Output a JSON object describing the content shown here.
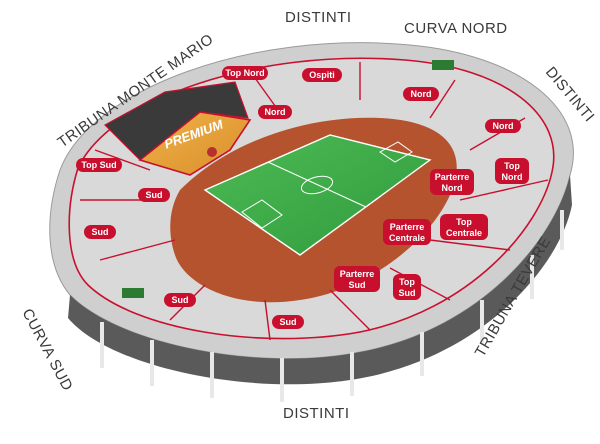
{
  "outer_labels": {
    "distinti_top": "DISTINTI",
    "curva_nord": "CURVA NORD",
    "distinti_right": "DISTINTI",
    "tribuna_monte_mario": "TRIBUNA MONTE MARIO",
    "curva_sud": "CURVA SUD",
    "tribuna_tevere": "TRIBUNA TEVERE",
    "distinti_bottom": "DISTINTI"
  },
  "premium": {
    "label": "PREMIUM"
  },
  "sections": {
    "top_nord": "Top Nord",
    "ospiti": "Ospiti",
    "nord_top": "Nord",
    "nord_left": "Nord",
    "nord_right": "Nord",
    "top_sud": "Top Sud",
    "sud_left_upper": "Sud",
    "sud_left": "Sud",
    "sud_bottom_left": "Sud",
    "sud_bottom": "Sud",
    "parterre_nord_1": "Parterre",
    "parterre_nord_2": "Nord",
    "top_nord_right_1": "Top",
    "top_nord_right_2": "Nord",
    "parterre_centrale_1": "Parterre",
    "parterre_centrale_2": "Centrale",
    "top_centrale_1": "Top",
    "top_centrale_2": "Centrale",
    "parterre_sud_1": "Parterre",
    "parterre_sud_2": "Sud",
    "top_sud_right_1": "Top",
    "top_sud_right_2": "Sud"
  },
  "colors": {
    "accent": "#c8102e",
    "pitch": "#3fae49",
    "track": "#b5532f",
    "premium": "#e8a23a",
    "stand": "#d9d9d9"
  }
}
